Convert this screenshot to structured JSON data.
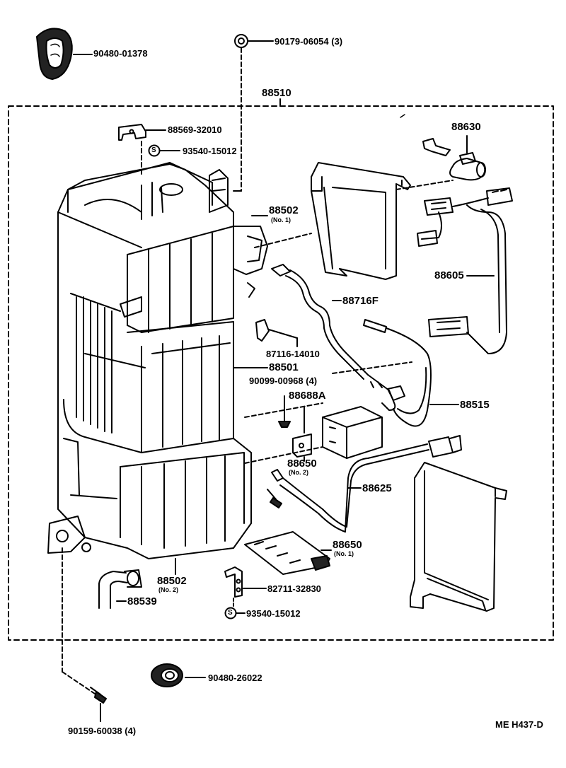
{
  "labels": {
    "p_90480_01378": "90480-01378",
    "p_90179_06054": "90179-06054 (3)",
    "p_88510": "88510",
    "p_88569_32010": "88569-32010",
    "p_93540_15012_top": "93540-15012",
    "p_88630": "88630",
    "p_88502_no1": "88502",
    "p_88502_no1_sub": "(No. 1)",
    "p_88605": "88605",
    "p_88716F": "88716F",
    "p_87116_14010": "87116-14010",
    "p_88501": "88501",
    "p_90099_00968": "90099-00968 (4)",
    "p_88688A": "88688A",
    "p_88515": "88515",
    "p_88650_no2": "88650",
    "p_88650_no2_sub": "(No. 2)",
    "p_88625": "88625",
    "p_88650_no1": "88650",
    "p_88650_no1_sub": "(No. 1)",
    "p_88502_no2": "88502",
    "p_88502_no2_sub": "(No. 2)",
    "p_82711_32830": "82711-32830",
    "p_88539": "88539",
    "p_93540_15012_bottom": "93540-15012",
    "p_90480_26022": "90480-26022",
    "p_90159_60038": "90159-60038 (4)",
    "s_symbol": "S"
  },
  "footer": {
    "code": "ME H437-D"
  }
}
